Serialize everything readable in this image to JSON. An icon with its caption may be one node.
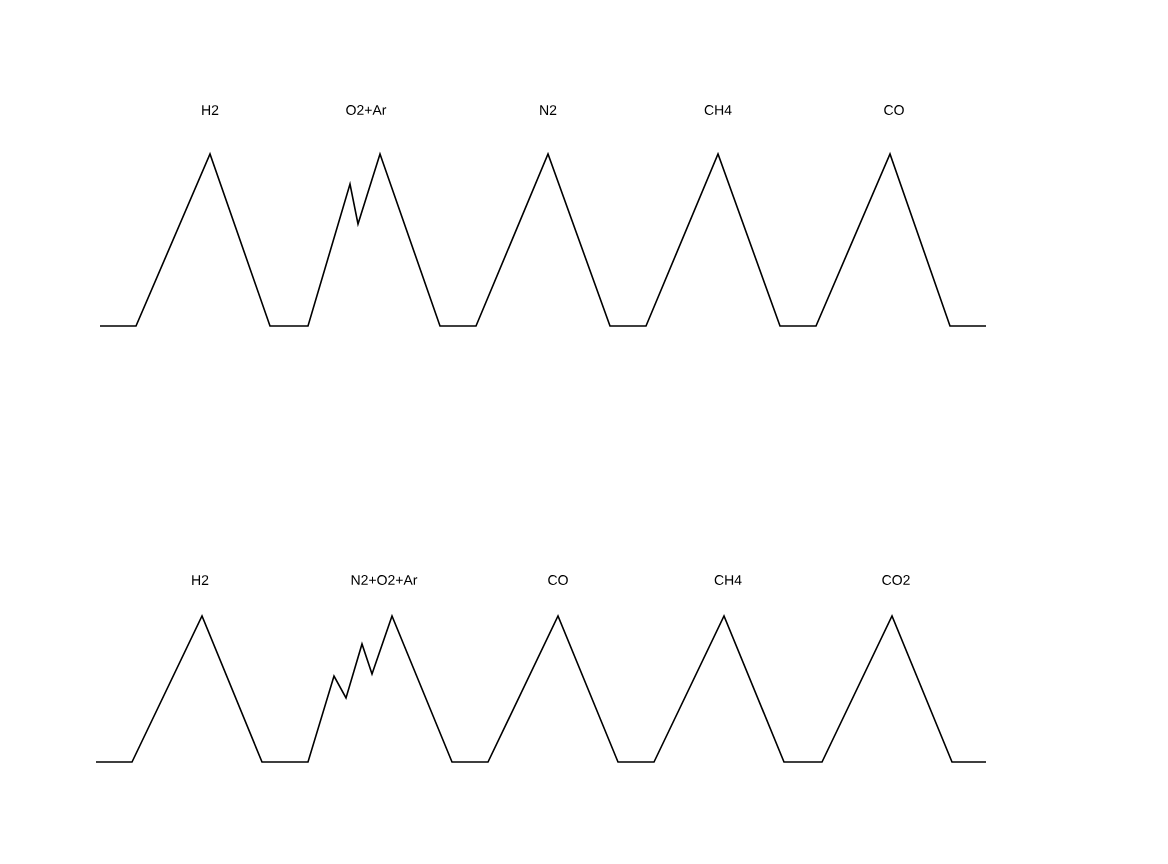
{
  "diagram": {
    "labels": [
      "H2",
      "O2+Ar",
      "N2",
      "CH4",
      "CO",
      "H2",
      "N2+O2+Ar",
      "CO",
      "CH4",
      "CO2"
    ]
  }
}
